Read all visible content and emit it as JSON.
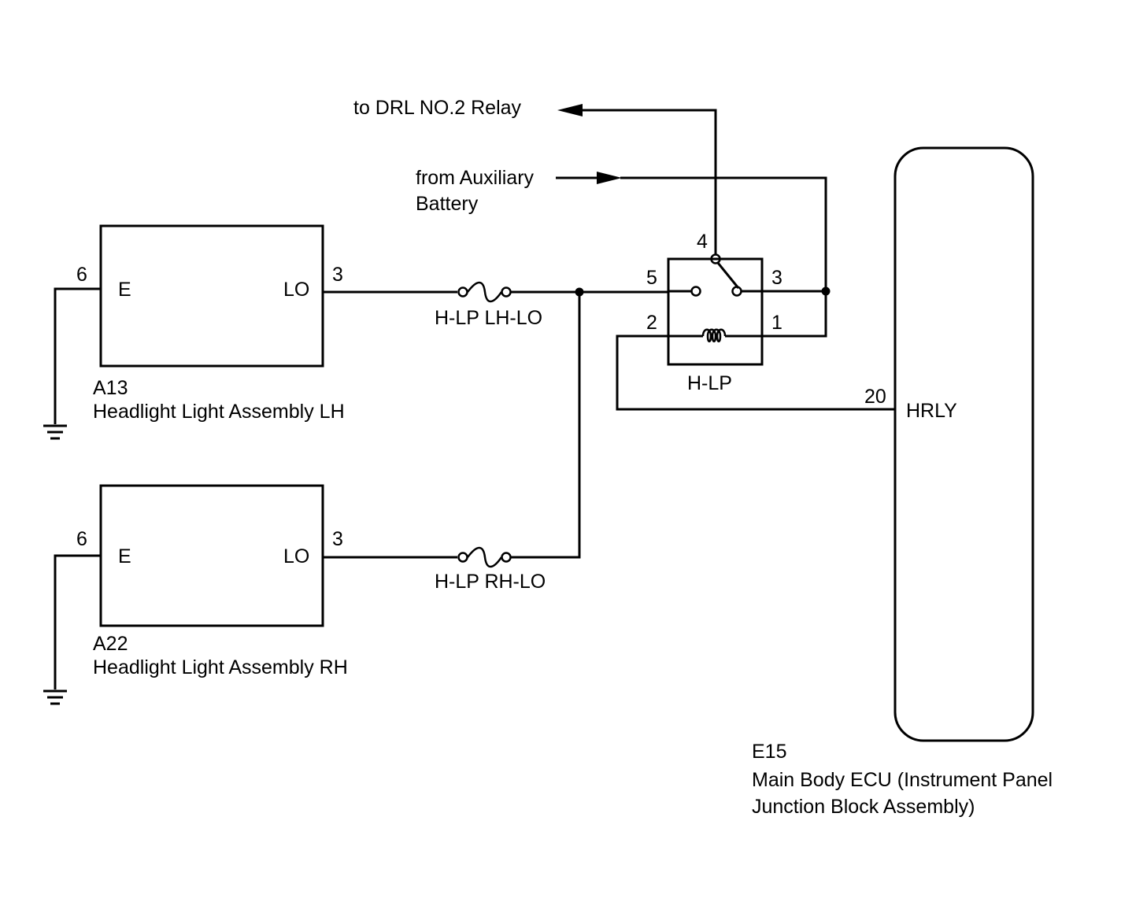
{
  "labels": {
    "to_drl": "to DRL NO.2 Relay",
    "from_aux_1": "from Auxiliary",
    "from_aux_2": "Battery"
  },
  "components": {
    "lh": {
      "code": "A13",
      "name": "Headlight Light Assembly LH",
      "pin_e_num": "6",
      "pin_e_name": "E",
      "pin_lo_num": "3",
      "pin_lo_name": "LO"
    },
    "rh": {
      "code": "A22",
      "name": "Headlight Light Assembly RH",
      "pin_e_num": "6",
      "pin_e_name": "E",
      "pin_lo_num": "3",
      "pin_lo_name": "LO"
    },
    "relay": {
      "name": "H-LP",
      "pin_4": "4",
      "pin_5": "5",
      "pin_3": "3",
      "pin_2": "2",
      "pin_1": "1"
    },
    "ecu": {
      "code": "E15",
      "name_line1": "Main Body ECU (Instrument Panel",
      "name_line2": "Junction Block Assembly)",
      "pin_num": "20",
      "pin_name": "HRLY"
    }
  },
  "fuses": {
    "lh_lo": "H-LP LH-LO",
    "rh_lo": "H-LP RH-LO"
  },
  "colors": {
    "line": "#000000",
    "background": "#ffffff"
  }
}
